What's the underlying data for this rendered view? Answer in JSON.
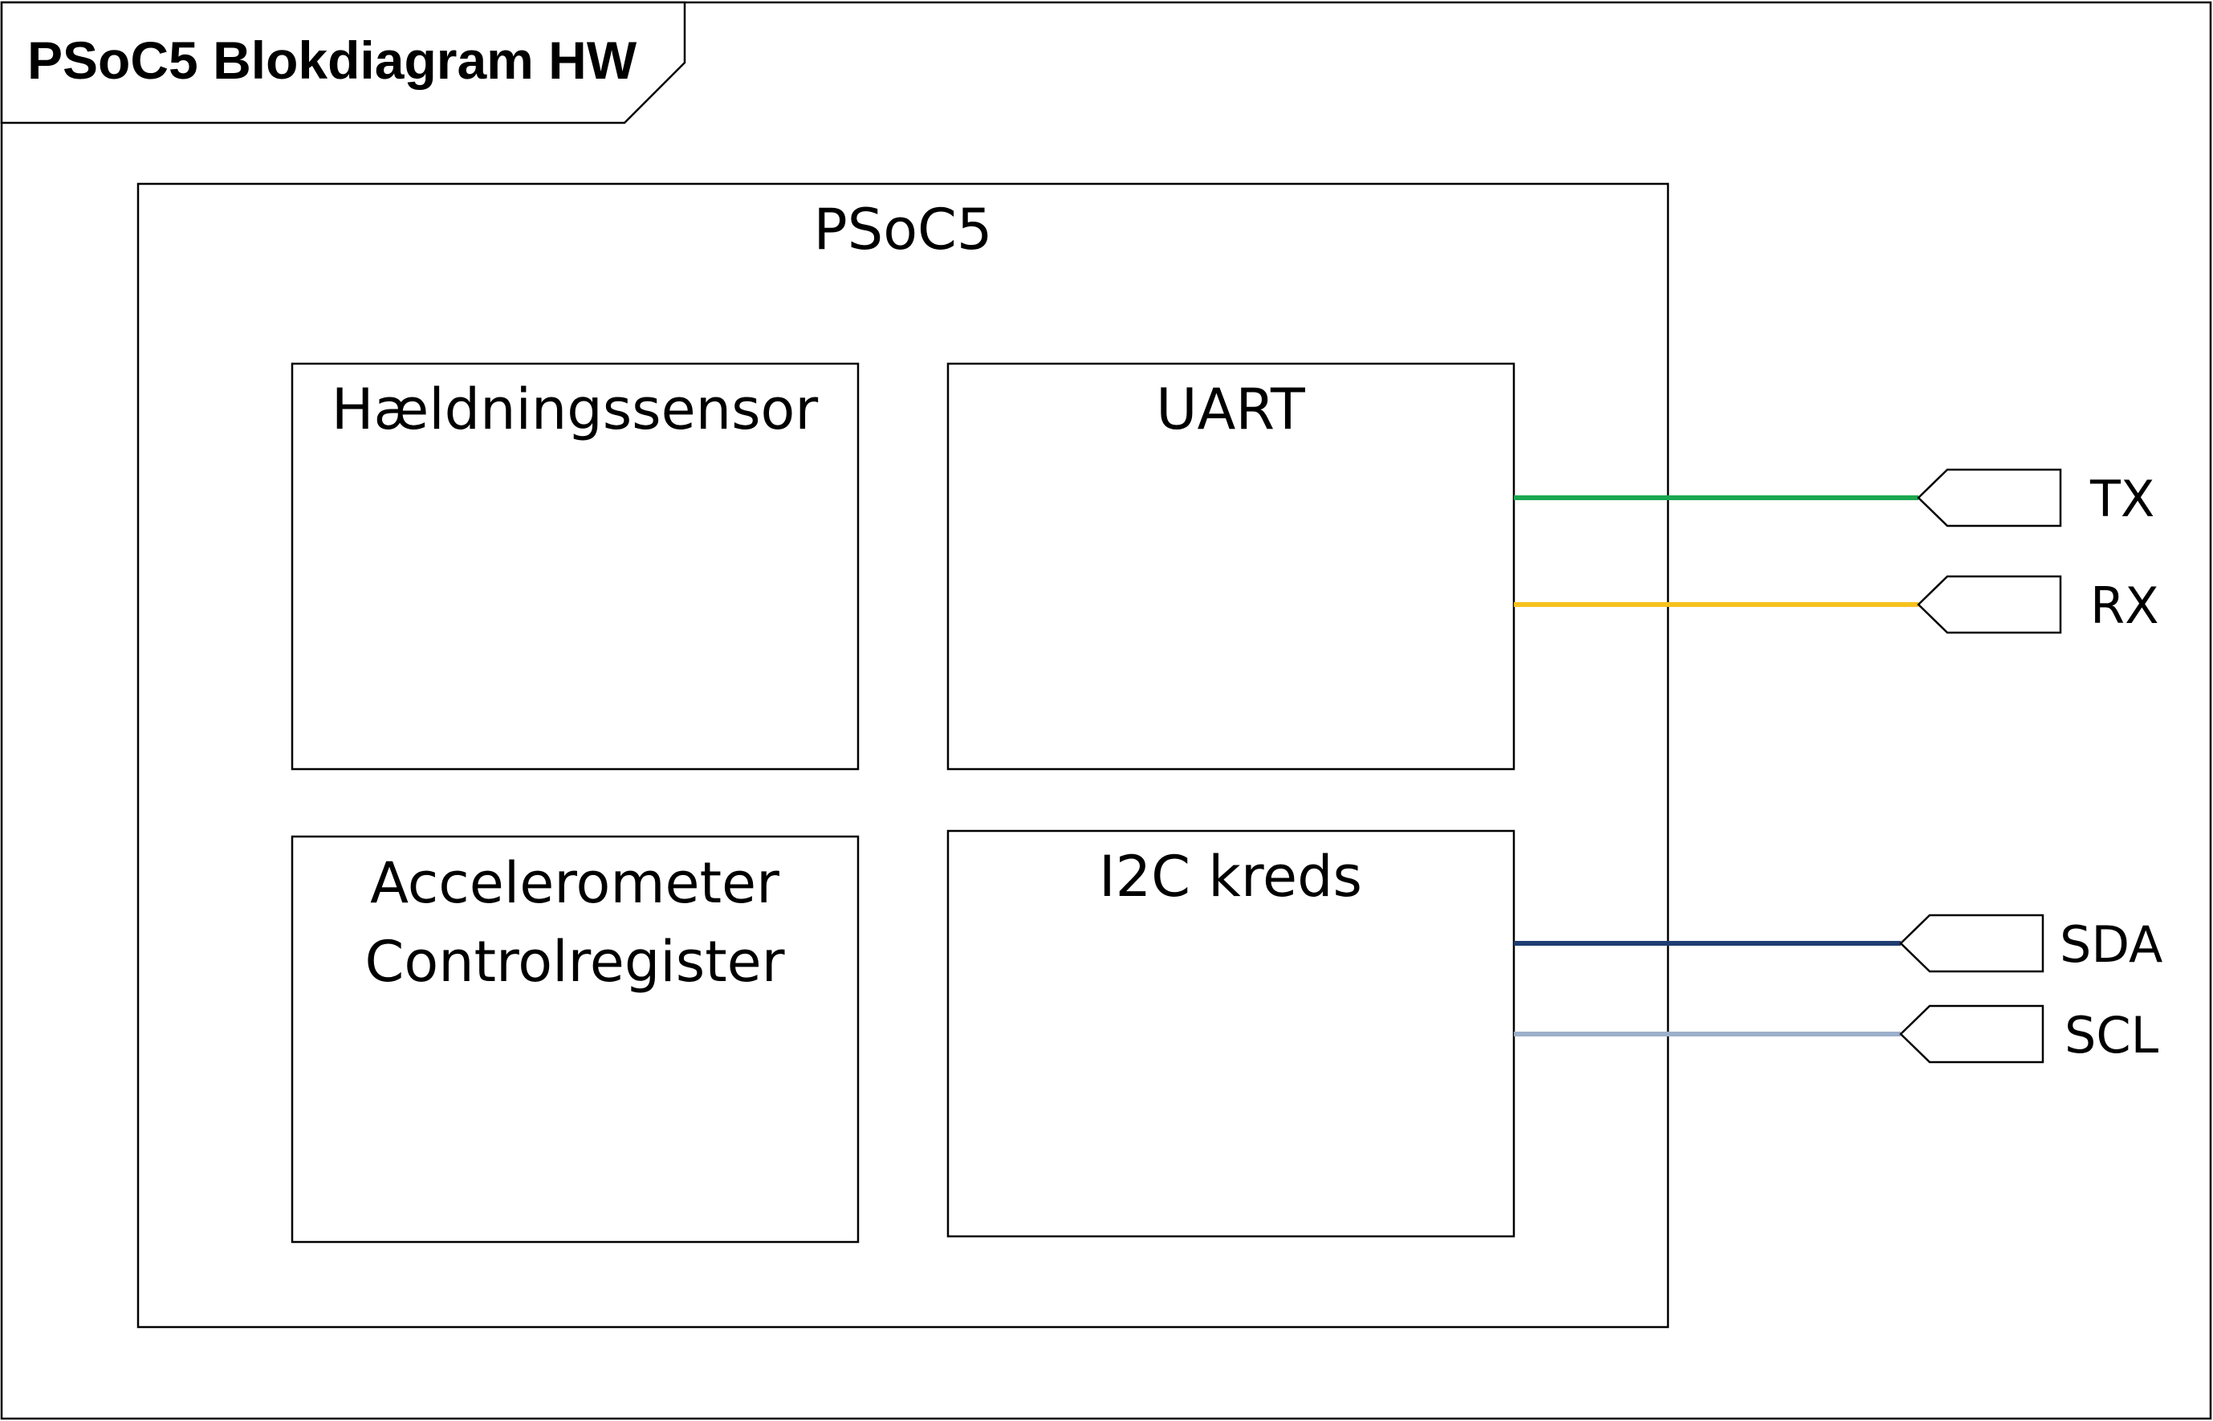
{
  "frame": {
    "title": "PSoC5 Blokdiagram HW"
  },
  "chip": {
    "label": "PSoC5"
  },
  "blocks": {
    "tilt_sensor": "Hældningssensor",
    "uart": "UART",
    "accelerometer_line1": "Accelerometer",
    "accelerometer_line2": "Controlregister",
    "i2c": "I2C kreds"
  },
  "ports": {
    "tx": {
      "label": "TX",
      "color": "#1aa850"
    },
    "rx": {
      "label": "RX",
      "color": "#f6c21e"
    },
    "sda": {
      "label": "SDA",
      "color": "#1f3d72"
    },
    "scl": {
      "label": "SCL",
      "color": "#9db0cb"
    }
  }
}
